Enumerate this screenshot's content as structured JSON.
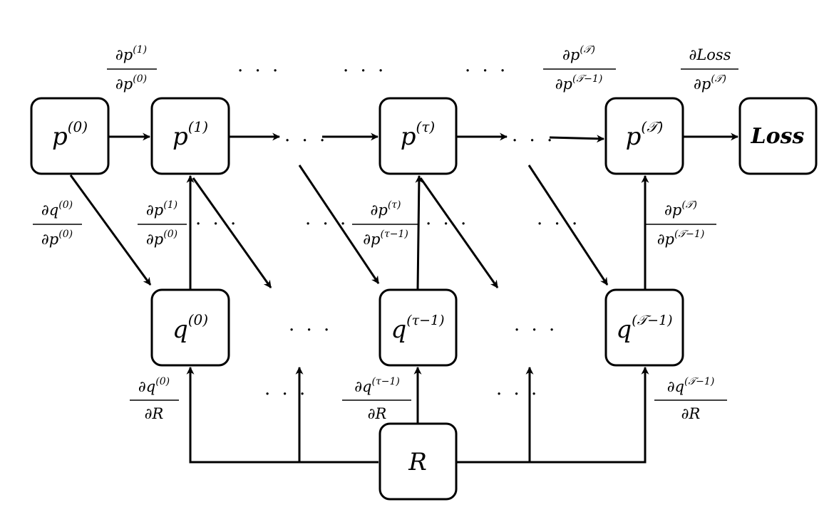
{
  "nodes": {
    "p0": {
      "base": "p",
      "sup": "(0)"
    },
    "p1": {
      "base": "p",
      "sup": "(1)"
    },
    "ptau": {
      "base": "p",
      "sup": "(τ)"
    },
    "pT": {
      "base": "p",
      "sup": "(𝒯)"
    },
    "loss": {
      "text": "Loss"
    },
    "q0": {
      "base": "q",
      "sup": "(0)"
    },
    "qtau": {
      "base": "q",
      "sup": "(τ−1)"
    },
    "qT": {
      "base": "q",
      "sup": "(𝒯−1)"
    },
    "r": {
      "text": "R"
    }
  },
  "ellipsis": "· · ·",
  "labels": {
    "top_p1_p0": {
      "num_base": "∂p",
      "num_sup": "(1)",
      "den_base": "∂p",
      "den_sup": "(0)"
    },
    "top_pT_pT1": {
      "num_base": "∂p",
      "num_sup": "(𝒯)",
      "den_base": "∂p",
      "den_sup": "(𝒯−1)"
    },
    "top_loss_pT": {
      "num_base": "∂Loss",
      "num_sup": "",
      "den_base": "∂p",
      "den_sup": "(𝒯)"
    },
    "q0_p0": {
      "num_base": "∂q",
      "num_sup": "(0)",
      "den_base": "∂p",
      "den_sup": "(0)"
    },
    "p1_p0_mid": {
      "num_base": "∂p",
      "num_sup": "(1)",
      "den_base": "∂p",
      "den_sup": "(0)"
    },
    "ptau_ptau1": {
      "num_base": "∂p",
      "num_sup": "(τ)",
      "den_base": "∂p",
      "den_sup": "(τ−1)"
    },
    "pT_pT1_mid": {
      "num_base": "∂p",
      "num_sup": "(𝒯)",
      "den_base": "∂p",
      "den_sup": "(𝒯−1)"
    },
    "q0_R": {
      "num_base": "∂q",
      "num_sup": "(0)",
      "den_base": "∂R",
      "den_sup": ""
    },
    "qtau_R": {
      "num_base": "∂q",
      "num_sup": "(τ−1)",
      "den_base": "∂R",
      "den_sup": ""
    },
    "qT_R": {
      "num_base": "∂q",
      "num_sup": "(𝒯−1)",
      "den_base": "∂R",
      "den_sup": ""
    }
  }
}
